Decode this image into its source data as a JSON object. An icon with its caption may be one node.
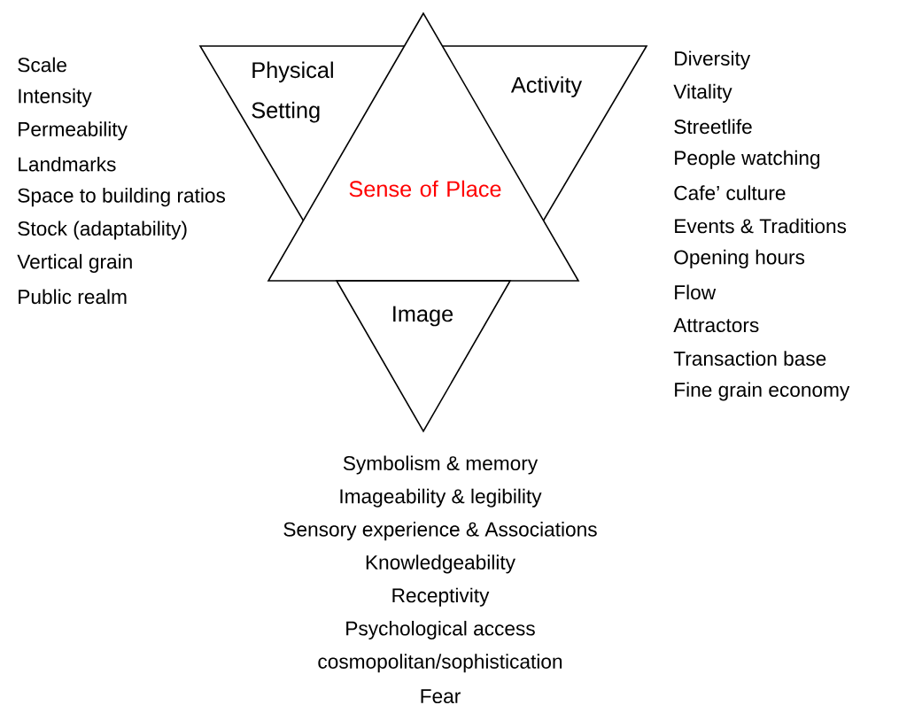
{
  "diagram": {
    "nodes": [
      {
        "text": [
          "Physical Setting"
        ],
        "beside": [
          "Scale",
          "Intensity",
          "Permeability",
          "Landmarks",
          "Space to building ratios",
          "Stock (adaptability)",
          "Vertical grain",
          "Public realm"
        ]
      },
      {
        "text": [
          "Activity"
        ],
        "beside": [
          "Diversity",
          "Vitality",
          "Streetlife",
          "People watching",
          "Cafe’ culture",
          "Events & Traditions",
          "Opening hours",
          "Flow",
          "Attractors",
          "Transaction base",
          "Fine grain economy"
        ]
      },
      {
        "text": [
          "Sense of Place"
        ]
      },
      {
        "text": [
          "Image"
        ],
        "beside": [
          "Symbolism & memory",
          "Imageability & legibility",
          "Sensory experience & Associations",
          "Knowledgeability",
          "Receptivity",
          "Psychological access",
          "cosmopolitan/sophistication",
          "Fear"
        ]
      }
    ]
  }
}
